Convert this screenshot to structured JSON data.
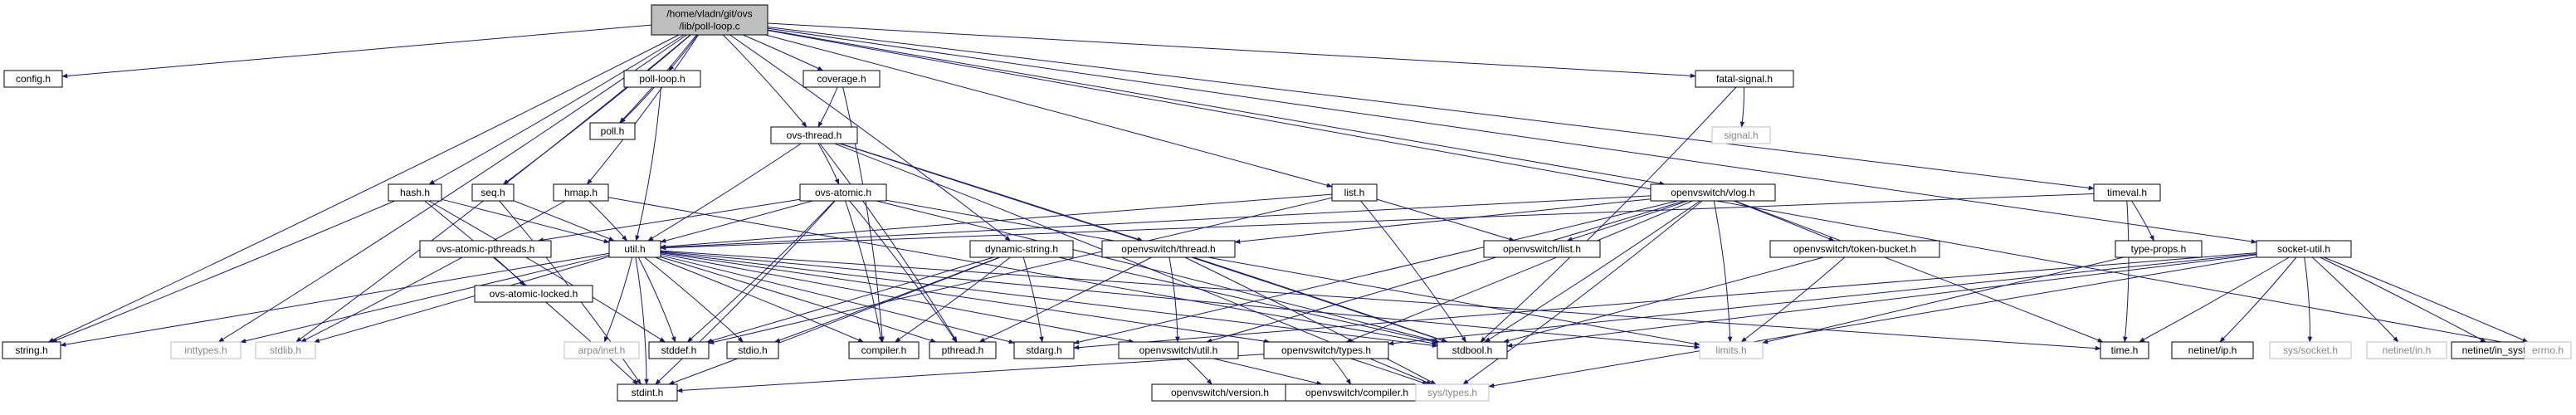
{
  "graph": {
    "root": "lib/poll-loop.c",
    "colors": {
      "root_fill": "#bfbfbf",
      "node_fill": "#ffffff",
      "node_border": "#000000",
      "external_border": "#bfbfbf",
      "edge": "#191970",
      "text": "#000000",
      "external_text": "#888888"
    },
    "nodes": [
      {
        "id": "root",
        "lines": [
          "/home/vladn/git/ovs",
          "/lib/poll-loop.c"
        ],
        "style": "root"
      },
      {
        "id": "config",
        "lines": [
          "config.h"
        ],
        "style": "normal"
      },
      {
        "id": "string",
        "lines": [
          "string.h"
        ],
        "style": "normal"
      },
      {
        "id": "hash",
        "lines": [
          "hash.h"
        ],
        "style": "normal"
      },
      {
        "id": "inttypes",
        "lines": [
          "inttypes.h"
        ],
        "style": "external"
      },
      {
        "id": "stdlib",
        "lines": [
          "stdlib.h"
        ],
        "style": "external"
      },
      {
        "id": "seq",
        "lines": [
          "seq.h"
        ],
        "style": "normal"
      },
      {
        "id": "hmap",
        "lines": [
          "hmap.h"
        ],
        "style": "normal"
      },
      {
        "id": "pollloop",
        "lines": [
          "poll-loop.h"
        ],
        "style": "normal"
      },
      {
        "id": "poll",
        "lines": [
          "poll.h"
        ],
        "style": "normal"
      },
      {
        "id": "coverage",
        "lines": [
          "coverage.h"
        ],
        "style": "normal"
      },
      {
        "id": "ovsthread",
        "lines": [
          "ovs-thread.h"
        ],
        "style": "normal"
      },
      {
        "id": "ovsatomic",
        "lines": [
          "ovs-atomic.h"
        ],
        "style": "normal"
      },
      {
        "id": "ovsatomicpth",
        "lines": [
          "ovs-atomic-pthreads.h"
        ],
        "style": "normal"
      },
      {
        "id": "ovsatomiclocked",
        "lines": [
          "ovs-atomic-locked.h"
        ],
        "style": "normal"
      },
      {
        "id": "util",
        "lines": [
          "util.h"
        ],
        "style": "normal"
      },
      {
        "id": "arpa",
        "lines": [
          "arpa/inet.h"
        ],
        "style": "external"
      },
      {
        "id": "stddef",
        "lines": [
          "stddef.h"
        ],
        "style": "normal"
      },
      {
        "id": "stdio",
        "lines": [
          "stdio.h"
        ],
        "style": "normal"
      },
      {
        "id": "compiler",
        "lines": [
          "compiler.h"
        ],
        "style": "normal"
      },
      {
        "id": "pthread",
        "lines": [
          "pthread.h"
        ],
        "style": "normal"
      },
      {
        "id": "stdarg",
        "lines": [
          "stdarg.h"
        ],
        "style": "normal"
      },
      {
        "id": "stdint",
        "lines": [
          "stdint.h"
        ],
        "style": "normal"
      },
      {
        "id": "dynstring",
        "lines": [
          "dynamic-string.h"
        ],
        "style": "normal"
      },
      {
        "id": "ovsthreadpub",
        "lines": [
          "openvswitch/thread.h"
        ],
        "style": "normal"
      },
      {
        "id": "ovsutil",
        "lines": [
          "openvswitch/util.h"
        ],
        "style": "normal"
      },
      {
        "id": "ovsversion",
        "lines": [
          "openvswitch/version.h"
        ],
        "style": "normal"
      },
      {
        "id": "ovstypes",
        "lines": [
          "openvswitch/types.h"
        ],
        "style": "normal"
      },
      {
        "id": "ovscompiler",
        "lines": [
          "openvswitch/compiler.h"
        ],
        "style": "normal"
      },
      {
        "id": "systypes",
        "lines": [
          "sys/types.h"
        ],
        "style": "external"
      },
      {
        "id": "stdbool",
        "lines": [
          "stdbool.h"
        ],
        "style": "normal"
      },
      {
        "id": "limits",
        "lines": [
          "limits.h"
        ],
        "style": "external"
      },
      {
        "id": "list",
        "lines": [
          "list.h"
        ],
        "style": "normal"
      },
      {
        "id": "ovslist",
        "lines": [
          "openvswitch/list.h"
        ],
        "style": "normal"
      },
      {
        "id": "vlog",
        "lines": [
          "openvswitch/vlog.h"
        ],
        "style": "normal"
      },
      {
        "id": "tokenbucket",
        "lines": [
          "openvswitch/token-bucket.h"
        ],
        "style": "normal"
      },
      {
        "id": "fatalsignal",
        "lines": [
          "fatal-signal.h"
        ],
        "style": "normal"
      },
      {
        "id": "signal",
        "lines": [
          "signal.h"
        ],
        "style": "external"
      },
      {
        "id": "timeval",
        "lines": [
          "timeval.h"
        ],
        "style": "normal"
      },
      {
        "id": "typeprops",
        "lines": [
          "type-props.h"
        ],
        "style": "normal"
      },
      {
        "id": "time",
        "lines": [
          "time.h"
        ],
        "style": "normal"
      },
      {
        "id": "socketutil",
        "lines": [
          "socket-util.h"
        ],
        "style": "normal"
      },
      {
        "id": "netinetip",
        "lines": [
          "netinet/ip.h"
        ],
        "style": "normal"
      },
      {
        "id": "syssocket",
        "lines": [
          "sys/socket.h"
        ],
        "style": "external"
      },
      {
        "id": "netinetin",
        "lines": [
          "netinet/in.h"
        ],
        "style": "external"
      },
      {
        "id": "netinetinsystm",
        "lines": [
          "netinet/in_systm.h"
        ],
        "style": "normal"
      },
      {
        "id": "errno",
        "lines": [
          "errno.h"
        ],
        "style": "external"
      }
    ],
    "edges": [
      [
        "root",
        "config"
      ],
      [
        "root",
        "string"
      ],
      [
        "root",
        "stdlib"
      ],
      [
        "root",
        "inttypes"
      ],
      [
        "root",
        "hash"
      ],
      [
        "root",
        "seq"
      ],
      [
        "root",
        "hmap"
      ],
      [
        "root",
        "pollloop"
      ],
      [
        "root",
        "poll"
      ],
      [
        "root",
        "coverage"
      ],
      [
        "root",
        "ovsthread"
      ],
      [
        "root",
        "dynstring"
      ],
      [
        "root",
        "list"
      ],
      [
        "root",
        "vlog"
      ],
      [
        "root",
        "fatalsignal"
      ],
      [
        "root",
        "timeval"
      ],
      [
        "root",
        "socketutil"
      ],
      [
        "root",
        "errno"
      ],
      [
        "pollloop",
        "poll"
      ],
      [
        "pollloop",
        "util"
      ],
      [
        "coverage",
        "ovsthread"
      ],
      [
        "coverage",
        "compiler"
      ],
      [
        "ovsthread",
        "ovsatomic"
      ],
      [
        "ovsthread",
        "util"
      ],
      [
        "ovsthread",
        "ovsthreadpub"
      ],
      [
        "ovsthread",
        "pthread"
      ],
      [
        "ovsthread",
        "stdbool"
      ],
      [
        "ovsthread",
        "systypes"
      ],
      [
        "ovsatomic",
        "ovsatomicpth"
      ],
      [
        "ovsatomic",
        "util"
      ],
      [
        "ovsatomic",
        "stddef"
      ],
      [
        "ovsatomic",
        "stdint"
      ],
      [
        "ovsatomic",
        "compiler"
      ],
      [
        "ovsatomic",
        "pthread"
      ],
      [
        "ovsatomic",
        "stdbool"
      ],
      [
        "ovsatomic",
        "limits"
      ],
      [
        "ovsatomicpth",
        "ovsatomiclocked"
      ],
      [
        "hash",
        "string"
      ],
      [
        "hash",
        "stdint"
      ],
      [
        "hash",
        "stddef"
      ],
      [
        "hash",
        "util"
      ],
      [
        "seq",
        "stdint"
      ],
      [
        "seq",
        "util"
      ],
      [
        "hmap",
        "stdlib"
      ],
      [
        "hmap",
        "util"
      ],
      [
        "hmap",
        "stdbool"
      ],
      [
        "util",
        "string"
      ],
      [
        "util",
        "inttypes"
      ],
      [
        "util",
        "stdlib"
      ],
      [
        "util",
        "arpa"
      ],
      [
        "util",
        "stddef"
      ],
      [
        "util",
        "stdio"
      ],
      [
        "util",
        "compiler"
      ],
      [
        "util",
        "pthread"
      ],
      [
        "util",
        "stdarg"
      ],
      [
        "util",
        "stdint"
      ],
      [
        "util",
        "ovsutil"
      ],
      [
        "util",
        "ovstypes"
      ],
      [
        "util",
        "stdbool"
      ],
      [
        "util",
        "limits"
      ],
      [
        "util",
        "time"
      ],
      [
        "dynstring",
        "stdarg"
      ],
      [
        "dynstring",
        "stdio"
      ],
      [
        "dynstring",
        "compiler"
      ],
      [
        "dynstring",
        "stdint"
      ],
      [
        "dynstring",
        "stddef"
      ],
      [
        "dynstring",
        "stdbool"
      ],
      [
        "ovsthreadpub",
        "pthread"
      ],
      [
        "ovsthreadpub",
        "ovsutil"
      ],
      [
        "ovsthreadpub",
        "stdbool"
      ],
      [
        "ovsthreadpub",
        "systypes"
      ],
      [
        "ovsutil",
        "ovsversion"
      ],
      [
        "ovsutil",
        "ovscompiler"
      ],
      [
        "ovstypes",
        "stdint"
      ],
      [
        "ovstypes",
        "systypes"
      ],
      [
        "ovstypes",
        "ovscompiler"
      ],
      [
        "list",
        "util"
      ],
      [
        "list",
        "ovslist"
      ],
      [
        "list",
        "stdbool"
      ],
      [
        "list",
        "stddef"
      ],
      [
        "vlog",
        "util"
      ],
      [
        "vlog",
        "ovsthreadpub"
      ],
      [
        "vlog",
        "ovslist"
      ],
      [
        "vlog",
        "tokenbucket"
      ],
      [
        "vlog",
        "stdbool"
      ],
      [
        "vlog",
        "stdarg"
      ],
      [
        "vlog",
        "ovstypes"
      ],
      [
        "vlog",
        "ovsutil"
      ],
      [
        "vlog",
        "time"
      ],
      [
        "vlog",
        "systypes"
      ],
      [
        "vlog",
        "limits"
      ],
      [
        "tokenbucket",
        "limits"
      ],
      [
        "tokenbucket",
        "stdbool"
      ],
      [
        "fatalsignal",
        "signal"
      ],
      [
        "fatalsignal",
        "stdbool"
      ],
      [
        "timeval",
        "typeprops"
      ],
      [
        "timeval",
        "time"
      ],
      [
        "timeval",
        "util"
      ],
      [
        "typeprops",
        "limits"
      ],
      [
        "socketutil",
        "stdbool"
      ],
      [
        "socketutil",
        "time"
      ],
      [
        "socketutil",
        "netinetip"
      ],
      [
        "socketutil",
        "syssocket"
      ],
      [
        "socketutil",
        "netinetin"
      ],
      [
        "socketutil",
        "netinetinsystm"
      ],
      [
        "socketutil",
        "errno"
      ],
      [
        "socketutil",
        "systypes"
      ],
      [
        "socketutil",
        "ovstypes"
      ],
      [
        "socketutil",
        "stdarg"
      ]
    ]
  }
}
